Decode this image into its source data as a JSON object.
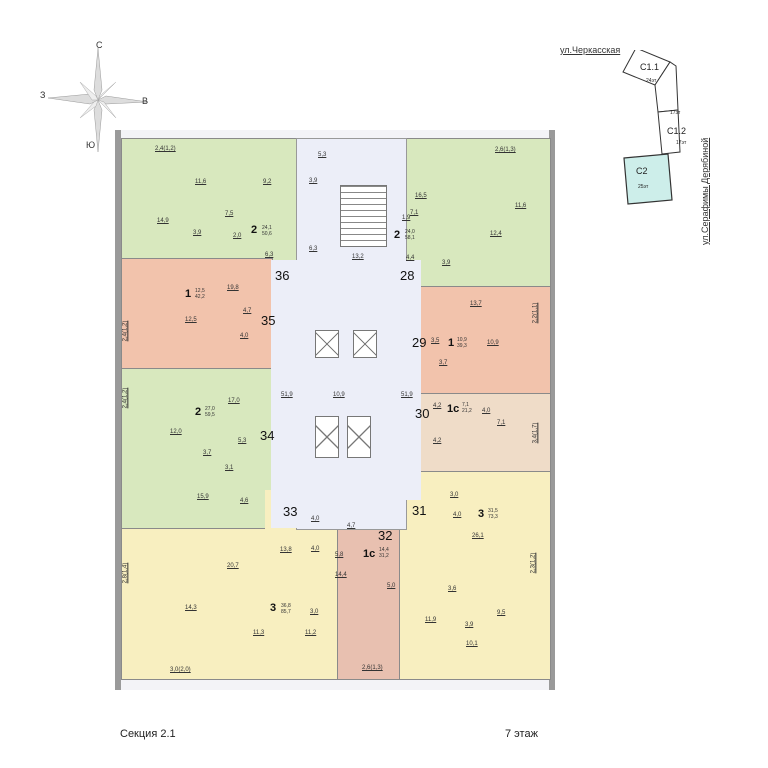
{
  "compass": {
    "north": "С",
    "south": "Ю",
    "west": "З",
    "east": "В"
  },
  "site_plan": {
    "street_top": "ул.Черкасская",
    "street_right": "ул.Серафимы Дерябиной",
    "blocks": [
      {
        "name": "С1.1",
        "floors": "24эт"
      },
      {
        "name": "",
        "floors": "17эт"
      },
      {
        "name": "С1.2",
        "floors": "17эт"
      },
      {
        "name": "С2",
        "floors": "25эт",
        "highlight": "#cdeeea"
      }
    ]
  },
  "floor_plan": {
    "colors": {
      "two_room": "#d8e8be",
      "one_room": "#f2c3ac",
      "studio": "#efdcc8",
      "three_room": "#f8efc0",
      "studio_alt": "#e8c0b0",
      "corridor": "#eceef8"
    },
    "core": {
      "corridor_left": "51,9",
      "corridor_right": "51,9",
      "lift_hall": "10,9",
      "stair_top": "5,3",
      "vestibule_a": "3,9",
      "vestibule_b": "6,3",
      "stair_hall": "13,2"
    },
    "apartments": [
      {
        "number": "36",
        "rooms": "2",
        "living": "24,1",
        "total": "50,6",
        "balcony": "2,4(1,2)",
        "areas": [
          "11,6",
          "9,2",
          "14,9",
          "7,5",
          "3,9",
          "2,0",
          "6,3"
        ]
      },
      {
        "number": "35",
        "rooms": "1",
        "living": "12,5",
        "total": "42,2",
        "balcony": "2,4(1,2)",
        "areas": [
          "19,8",
          "12,5",
          "4,7",
          "4,0"
        ]
      },
      {
        "number": "34",
        "rooms": "2",
        "living": "27,0",
        "total": "59,5",
        "balcony": "2,4(1,2)",
        "areas": [
          "17,0",
          "12,0",
          "5,3",
          "3,7",
          "3,1",
          "15,9",
          "4,6"
        ]
      },
      {
        "number": "33",
        "rooms": "3",
        "living": "36,8",
        "total": "85,7",
        "balcony": "2,8(1,4)",
        "areas": [
          "20,7",
          "13,8",
          "4,0",
          "4,0",
          "14,3",
          "3,0",
          "11,3",
          "11,2",
          "3,0(2,0)"
        ]
      },
      {
        "number": "32",
        "rooms": "1с",
        "living": "14,4",
        "total": "31,2",
        "balcony": "2,6(1,3)",
        "areas": [
          "4,7",
          "5,8",
          "14,4",
          "5,0"
        ]
      },
      {
        "number": "31",
        "rooms": "3",
        "living": "31,5",
        "total": "73,3",
        "balcony": "2,3(1,2)",
        "areas": [
          "3,0",
          "4,0",
          "26,1",
          "3,6",
          "11,9",
          "3,9",
          "9,5",
          "10,1"
        ]
      },
      {
        "number": "30",
        "rooms": "1с",
        "living": "7,1",
        "total": "21,2",
        "balcony": "3,4(1,7)",
        "areas": [
          "4,2",
          "4,0",
          "7,1",
          "4,2"
        ]
      },
      {
        "number": "29",
        "rooms": "1",
        "living": "10,9",
        "total": "39,3",
        "balcony": "2,2(1,1)",
        "areas": [
          "13,7",
          "3,5",
          "3,7",
          "10,9"
        ]
      },
      {
        "number": "28",
        "rooms": "2",
        "living": "24,0",
        "total": "58,1",
        "balcony": "2,6(1,3)",
        "areas": [
          "16,5",
          "7,1",
          "1,9",
          "11,6",
          "12,4",
          "4,4",
          "3,9"
        ]
      }
    ]
  },
  "footer": {
    "section": "Секция 2.1",
    "floor": "7 этаж"
  }
}
